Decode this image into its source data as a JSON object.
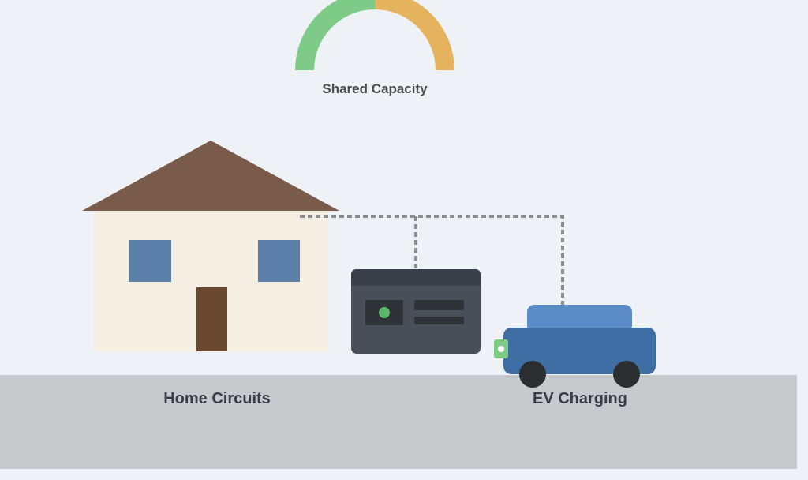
{
  "labels": {
    "gauge": "Shared Capacity",
    "home": "Home Circuits",
    "ev": "EV Charging"
  },
  "gauge": {
    "segments": [
      {
        "part": "home",
        "fraction": 0.5
      },
      {
        "part": "ev",
        "fraction": 0.5
      }
    ]
  },
  "colors": {
    "background": "#eef1f5",
    "ground": "#c7cacd",
    "roof": "#7a5a48",
    "house_wall": "#f4eee3",
    "window": "#5b7fa9",
    "door": "#6b4830",
    "wire": "#8a8d91",
    "panel_body": "#4a4e57",
    "panel_top": "#3b3f47",
    "panel_slot": "#2f3237",
    "indicator": "#5bb86a",
    "car_body": "#3f6ea4",
    "car_cabin": "#5b8cc8",
    "wheel": "#2b2e31",
    "charge_port": "#7dcc86",
    "gauge_green": "#7dcb87",
    "gauge_orange": "#e5b25d",
    "label_dark": "#3a3d42",
    "label_gauge": "#4a4d52"
  }
}
